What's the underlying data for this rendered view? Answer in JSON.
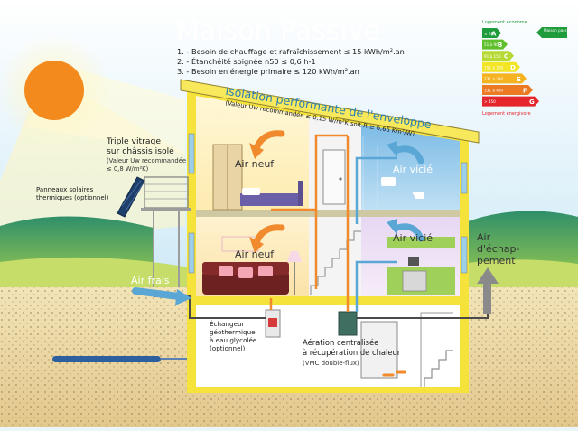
{
  "title": "Maison Passive",
  "requirements": [
    "1. - Besoin de chauffage et rafraîchissement ≤ 15 kWh/m².an",
    "2. - Étanchéité soignée n50 ≤ 0,6 h-1",
    "3. - Besoin en énergie primaire ≤ 120 kWh/m².an"
  ],
  "energy_scale": {
    "top_label": "Logement économe",
    "bottom_label": "Logement énergivore",
    "marker_label": "Maison passive",
    "classes": [
      {
        "range": "≤ 50",
        "letter": "A",
        "color": "#1e9b3a"
      },
      {
        "range": "51 à 90",
        "letter": "B",
        "color": "#5fbf2c"
      },
      {
        "range": "91 à 150",
        "letter": "C",
        "color": "#b6d933"
      },
      {
        "range": "151 à 230",
        "letter": "D",
        "color": "#f2e525"
      },
      {
        "range": "231 à 330",
        "letter": "E",
        "color": "#f5b321"
      },
      {
        "range": "331 à 450",
        "letter": "F",
        "color": "#ec7a22"
      },
      {
        "range": "> 450",
        "letter": "G",
        "color": "#e4252c"
      }
    ]
  },
  "labels": {
    "insulation_title": "Isolation performante de l'enveloppe",
    "insulation_sub": "(Valeur Uw recommandée ≤ 0,15 W/m²K soit R ≥ 6,66 Km²/W)",
    "glazing_title_1": "Triple vitrage",
    "glazing_title_2": "sur châssis isolé",
    "glazing_sub_1": "(Valeur Uw recommandée",
    "glazing_sub_2": "≤ 0,8 W/m²K)",
    "solar_1": "Panneaux solaires",
    "solar_2": "thermiques (optionnel)",
    "fresh_air_upper": "Air neuf",
    "fresh_air_lower": "Air neuf",
    "stale_air_upper": "Air vicié",
    "stale_air_lower": "Air vicié",
    "outside_air": "Air frais",
    "exhaust_1": "Air",
    "exhaust_2": "d'échap-",
    "exhaust_3": "pement",
    "exchanger_1": "Échangeur",
    "exchanger_2": "géothermique",
    "exchanger_3": "à eau glycolée",
    "exchanger_4": "(optionnel)",
    "vmc_1": "Aération centralisée",
    "vmc_2": "à récupération de chaleur",
    "vmc_3": "(VMC double-flux)"
  },
  "colors": {
    "fresh_air": "#f08a2c",
    "stale_air": "#5aa7d6",
    "wall": "#f5e23a",
    "sun": "#f28a1e"
  }
}
